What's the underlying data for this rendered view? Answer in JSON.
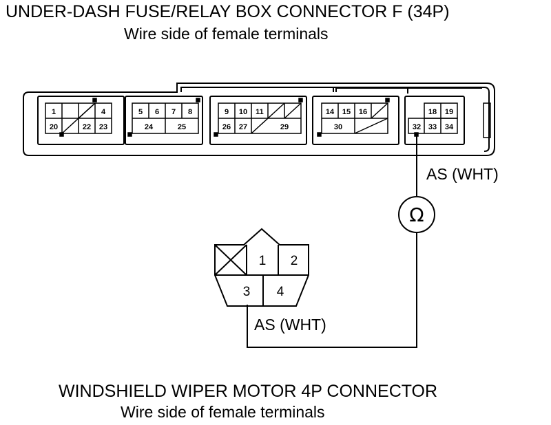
{
  "title": {
    "line1": "UNDER-DASH FUSE/RELAY BOX CONNECTOR F (34P)",
    "line2": "Wire side of female terminals"
  },
  "bottom_title": {
    "line1": "WINDSHIELD WIPER MOTOR 4P CONNECTOR",
    "line2": "Wire side of female terminals"
  },
  "wire_labels": {
    "upper": "AS (WHT)",
    "lower": "AS (WHT)"
  },
  "meter_symbol": "Ω",
  "connector_f": {
    "pins": {
      "p1": "1",
      "p4": "4",
      "p20": "20",
      "p22": "22",
      "p23": "23",
      "p5": "5",
      "p6": "6",
      "p7": "7",
      "p8": "8",
      "p24": "24",
      "p25": "25",
      "p9": "9",
      "p10": "10",
      "p11": "11",
      "p26": "26",
      "p27": "27",
      "p29": "29",
      "p14": "14",
      "p15": "15",
      "p16": "16",
      "p30": "30",
      "p18": "18",
      "p19": "19",
      "p32": "32",
      "p33": "33",
      "p34": "34"
    }
  },
  "connector_4p": {
    "pins": {
      "p1": "1",
      "p2": "2",
      "p3": "3",
      "p4": "4"
    }
  }
}
